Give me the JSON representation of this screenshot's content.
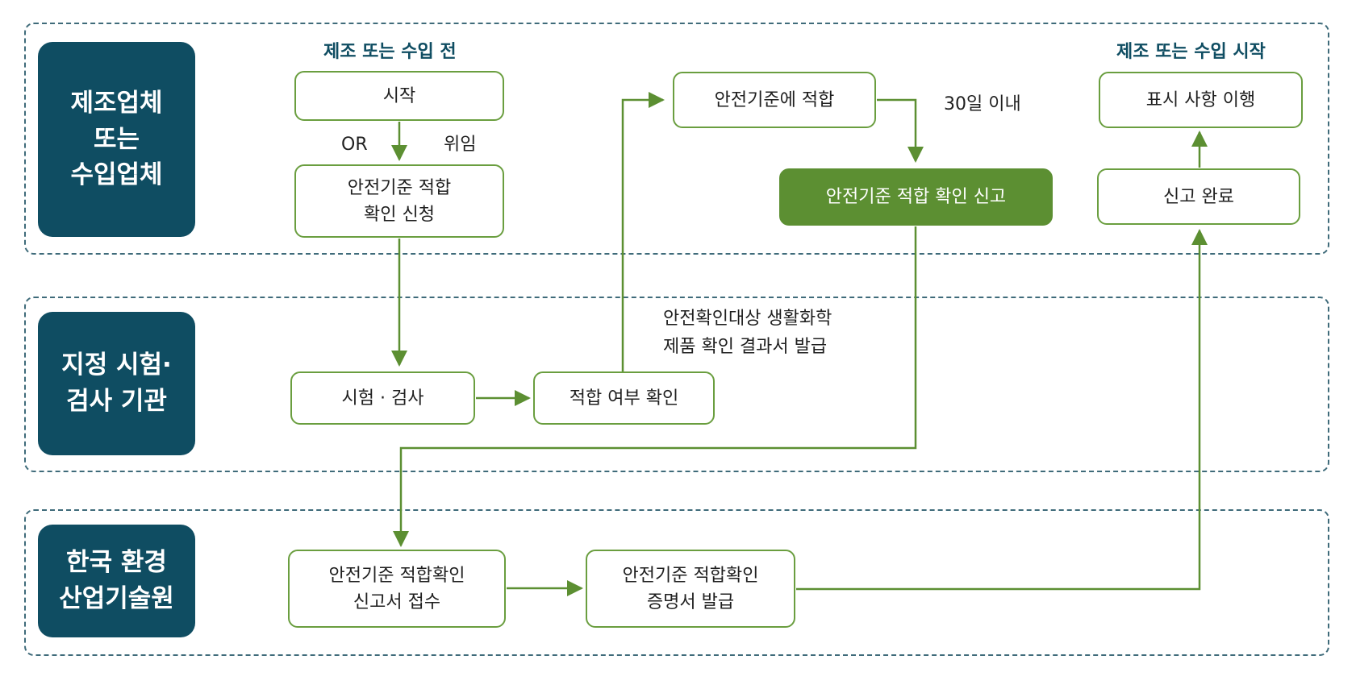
{
  "lanes": {
    "manufacturer": "제조업체\n또는\n수입업체",
    "testing": "지정 시험·\n검사 기관",
    "keiti": "한국 환경\n산업기술원"
  },
  "phases": {
    "before": "제조 또는 수입 전",
    "start": "제조 또는 수입 시작"
  },
  "nodes": {
    "start": "시작",
    "apply": "안전기준 적합\n확인 신청",
    "test": "시험 · 검사",
    "check": "적합 여부 확인",
    "conform": "안전기준에 적합",
    "report": "안전기준 적합 확인 신고",
    "receive": "안전기준 적합확인\n신고서 접수",
    "certificate": "안전기준 적합확인\n증명서 발급",
    "done": "신고 완료",
    "label_comply": "표시 사항 이행"
  },
  "labels": {
    "or": "OR",
    "delegate": "위임",
    "within_30": "30일 이내",
    "result_issue": "안전확인대상 생활화학\n제품 확인 결과서 발급"
  },
  "colors": {
    "actor": "#0f4d62",
    "line": "#5c8f32",
    "lane_border": "#3f6b7a"
  }
}
